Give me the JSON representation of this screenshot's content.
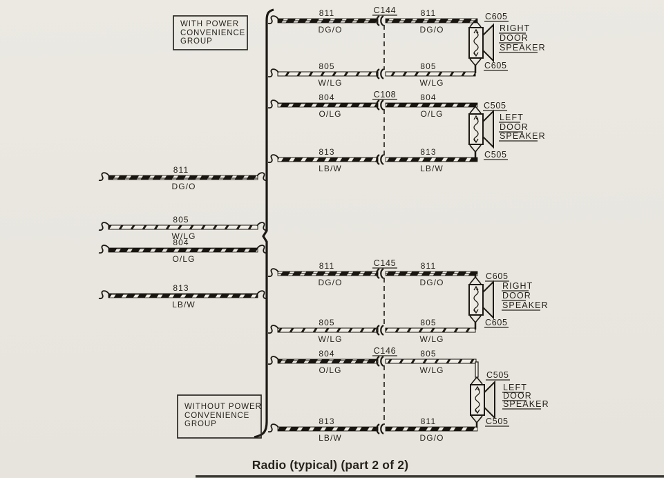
{
  "caption": "Radio (typical) (part 2 of 2)",
  "colors": {
    "paper": "#e9e7e0",
    "ink": "#26231d",
    "wire_dark": "#181511",
    "wire_light": "#f2efe7"
  },
  "with_group": {
    "callout_lines": [
      "WITH POWER",
      "CONVENIENCE",
      "GROUP"
    ],
    "rows": [
      {
        "left_circuit": "811",
        "left_color": "DG/O",
        "connector": "C144",
        "right_circuit": "811",
        "right_color": "DG/O"
      },
      {
        "left_circuit": "805",
        "left_color": "W/LG",
        "right_circuit": "805",
        "right_color": "W/LG"
      },
      {
        "left_circuit": "804",
        "left_color": "O/LG",
        "connector": "C108",
        "right_circuit": "804",
        "right_color": "O/LG"
      },
      {
        "left_circuit": "813",
        "left_color": "LB/W",
        "right_circuit": "813",
        "right_color": "LB/W"
      }
    ],
    "right_speaker": {
      "connector_top": "C605",
      "connector_bottom": "C605",
      "name_lines": [
        "RIGHT",
        "DOOR",
        "SPEAKER"
      ]
    },
    "left_speaker": {
      "connector_top": "C505",
      "connector_bottom": "C505",
      "name_lines": [
        "LEFT",
        "DOOR",
        "SPEAKER"
      ]
    }
  },
  "harness_stubs": [
    {
      "circuit": "811",
      "color": "DG/O"
    },
    {
      "circuit": "805",
      "color": "W/LG"
    },
    {
      "circuit": "804",
      "color": "O/LG"
    },
    {
      "circuit": "813",
      "color": "LB/W"
    }
  ],
  "without_group": {
    "callout_lines": [
      "WITHOUT POWER",
      "CONVENIENCE",
      "GROUP"
    ],
    "rows": [
      {
        "left_circuit": "811",
        "left_color": "DG/O",
        "connector": "C145",
        "right_circuit": "811",
        "right_color": "DG/O"
      },
      {
        "left_circuit": "805",
        "left_color": "W/LG",
        "right_circuit": "805",
        "right_color": "W/LG"
      },
      {
        "left_circuit": "804",
        "left_color": "O/LG",
        "connector": "C146",
        "right_circuit": "805",
        "right_color": "W/LG"
      },
      {
        "left_circuit": "813",
        "left_color": "LB/W",
        "right_circuit": "811",
        "right_color": "DG/O"
      }
    ],
    "right_speaker": {
      "connector_top": "C605",
      "connector_bottom": "C605",
      "name_lines": [
        "RIGHT",
        "DOOR",
        "SPEAKER"
      ]
    },
    "left_speaker": {
      "connector_top": "C505",
      "connector_bottom": "C505",
      "name_lines": [
        "LEFT",
        "DOOR",
        "SPEAKER"
      ]
    }
  }
}
